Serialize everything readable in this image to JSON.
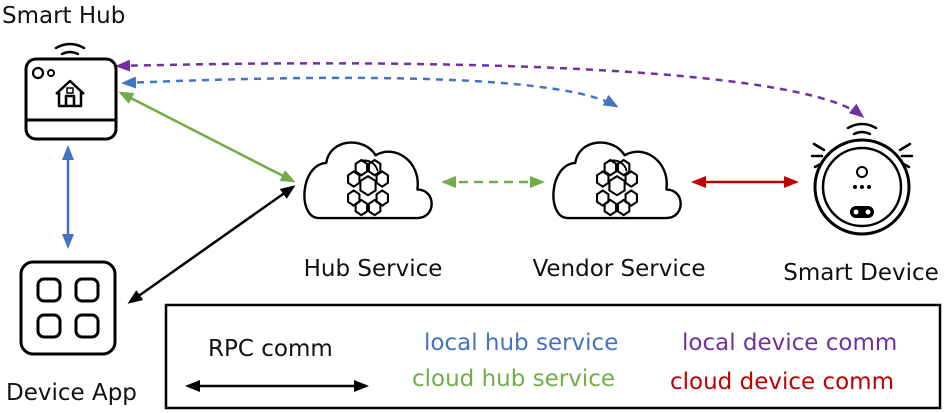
{
  "nodes": {
    "smart_hub": "Smart Hub",
    "device_app": "Device App",
    "hub_service": "Hub Service",
    "vendor_service": "Vendor Service",
    "smart_device": "Smart Device"
  },
  "legend": {
    "rpc": "RPC comm",
    "local_hub": "local hub service",
    "cloud_hub": "cloud hub service",
    "local_device": "local device comm",
    "cloud_device": "cloud device comm"
  },
  "colors": {
    "rpc": "#000000",
    "local_hub": "#4472C4",
    "cloud_hub": "#70AD47",
    "local_device": "#7030A0",
    "cloud_device": "#C00000"
  }
}
